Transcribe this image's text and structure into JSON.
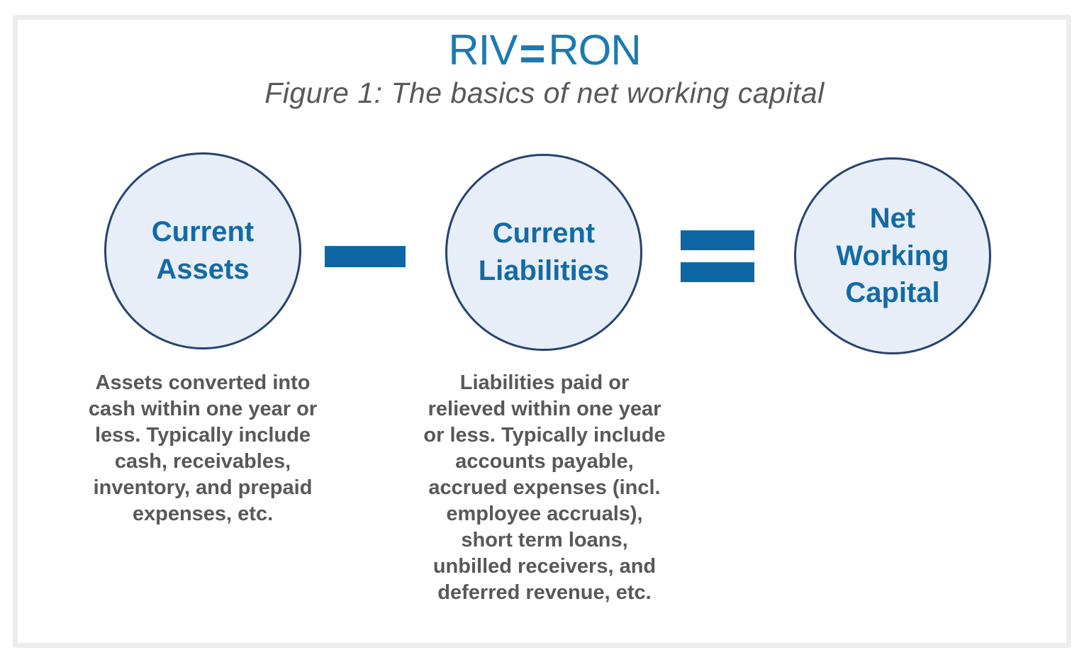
{
  "logo": {
    "full": "RIVERON",
    "left": "RIV",
    "right": "RON"
  },
  "figure": {
    "title": "Figure 1: The basics of net working capital",
    "equation": {
      "minuend": {
        "label": "Current Assets",
        "label_lines": [
          "Current",
          "Assets"
        ],
        "description": "Assets converted into cash within one year or less. Typically include cash, receivables, inventory, and prepaid expenses, etc.",
        "description_lines": [
          "Assets converted into",
          "cash within one year or",
          "less. Typically include",
          "cash, receivables,",
          "inventory, and prepaid",
          "expenses, etc."
        ]
      },
      "operator_1": "minus",
      "subtrahend": {
        "label": "Current Liabilities",
        "label_lines": [
          "Current",
          "Liabilities"
        ],
        "description": "Liabilities paid or relieved within one year or less. Typically include accounts payable, accrued expenses (incl. employee accruals), short term loans, unbilled receivers, and deferred revenue, etc.",
        "description_lines": [
          "Liabilities paid or",
          "relieved within one year",
          "or less. Typically include",
          "accounts payable,",
          "accrued expenses (incl.",
          "employee accruals),",
          "short term loans,",
          "unbilled receivers, and",
          "deferred revenue, etc."
        ]
      },
      "operator_2": "equals",
      "result": {
        "label": "Net Working Capital",
        "label_lines": [
          "Net",
          "Working",
          "Capital"
        ]
      }
    }
  },
  "colors": {
    "brand_blue": "#1b7ab2",
    "label_blue": "#126ba6",
    "operator_blue": "#0e67a4",
    "circle_fill": "#e8eef7",
    "circle_border": "#27436f",
    "text_gray": "#57585b",
    "frame_gray": "#ececec"
  }
}
